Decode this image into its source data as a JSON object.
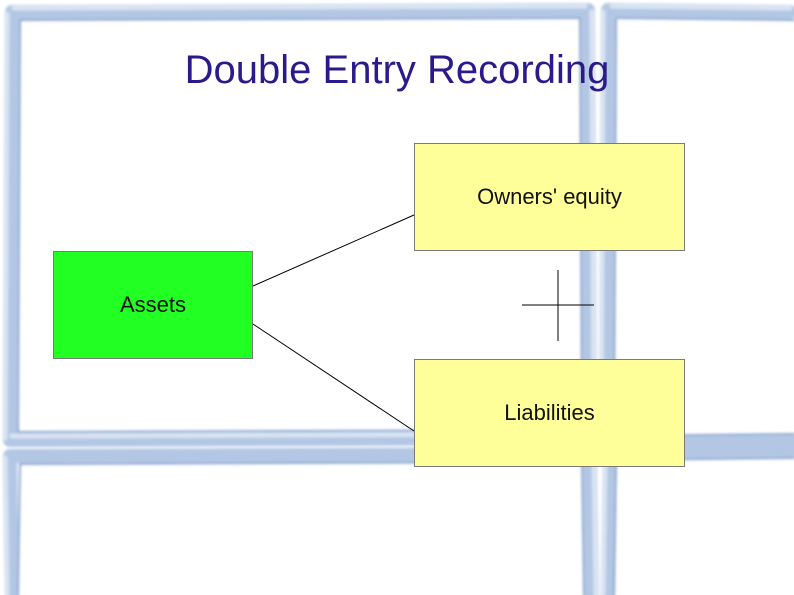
{
  "title": "Double Entry Recording",
  "nodes": {
    "owners_equity": "Owners' equity",
    "assets": "Assets",
    "liabilities": "Liabilities"
  },
  "symbols": {
    "plus": "+"
  },
  "colors": {
    "title": "#2a1a8c",
    "assets_fill": "#22ff22",
    "owners_equity_fill": "#ffff99",
    "liabilities_fill": "#ffff99",
    "frame": "#b8cbe6"
  }
}
